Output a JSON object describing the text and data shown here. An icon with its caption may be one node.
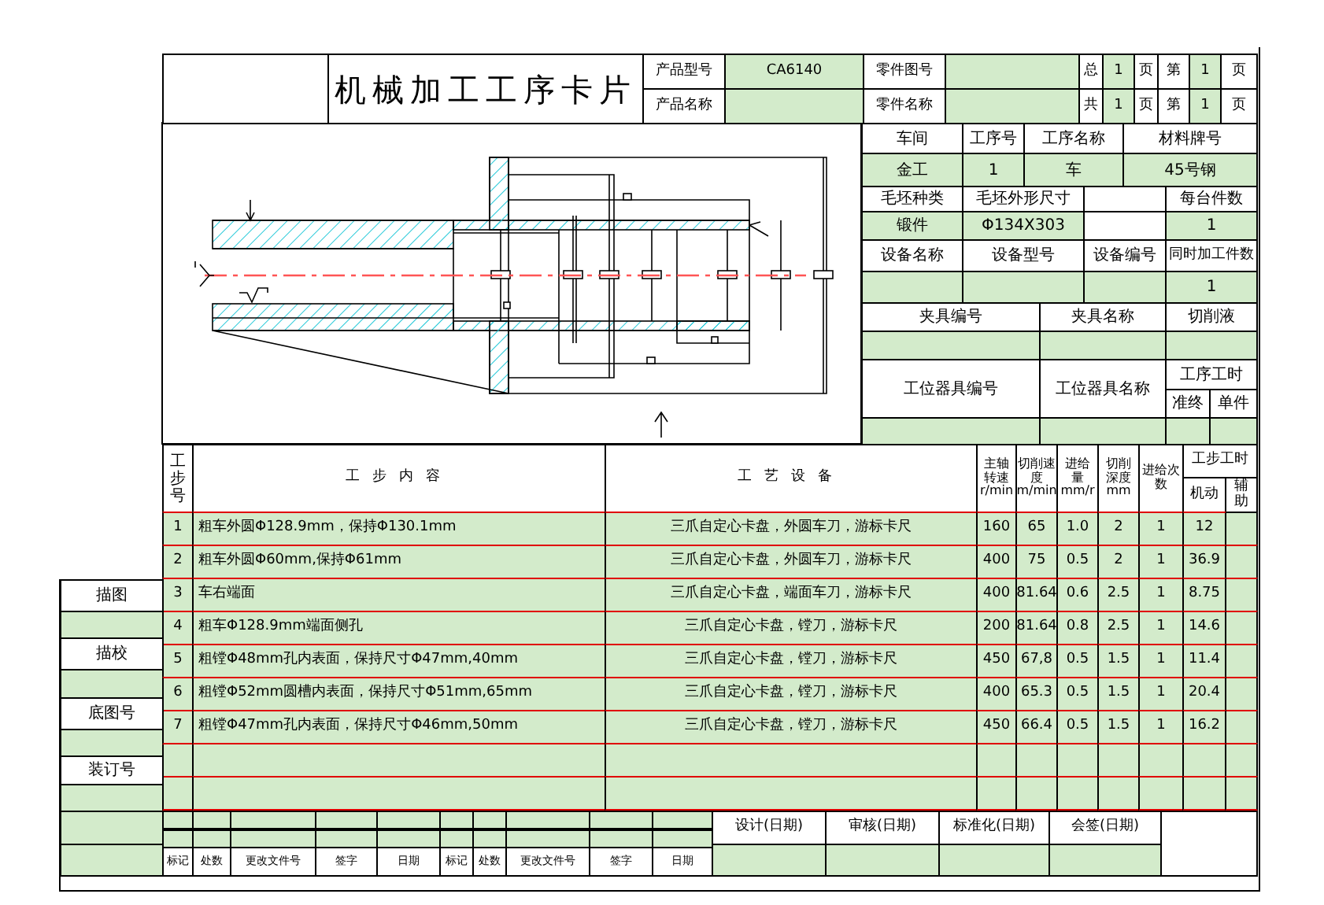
{
  "diagram": {
    "title": "机械加工工序卡片",
    "labels": [
      "产品型号",
      "CA6140",
      "零件图号",
      "总",
      "1",
      "页",
      "第",
      "1",
      "页",
      "产品名称",
      "零件名称",
      "共",
      "1",
      "页",
      "第",
      "1",
      "页",
      "车间",
      "工序号",
      "工序名称",
      "材料牌号",
      "金工",
      "1",
      "车",
      "45号钢",
      "毛坯种类",
      "毛坯外形尺寸",
      "每台件数",
      "锻件",
      "Φ134X303",
      "1",
      "设备名称",
      "设备型号",
      "设备编号",
      "同时加工件数",
      "1",
      "夹具编号",
      "夹具名称",
      "切削液",
      "工位器具编号",
      "工位器具名称",
      "工序工时",
      "准终",
      "单件",
      "工步号",
      "工步内容",
      "工艺设备",
      "主轴转速r/min",
      "切削速度m/min",
      "进给量mm/r",
      "切削深度mm",
      "进给次数",
      "工步工时",
      "机动",
      "辅助",
      "1",
      "粗车外圆Φ128.9mm，保持Φ130.1mm",
      "三爪自定心卡盘，外圆车刀，游标卡尺",
      "160",
      "65",
      "1.0",
      "2",
      "1",
      "12",
      "2",
      "粗车外圆Φ60mm,保持Φ61mm",
      "三爪自定心卡盘，外圆车刀，游标卡尺",
      "400",
      "75",
      "0.5",
      "2",
      "1",
      "36.9",
      "3",
      "车右端面",
      "三爪自定心卡盘，端面车刀，游标卡尺",
      "400",
      "81.64",
      "0.6",
      "2.5",
      "1",
      "8.75",
      "4",
      "粗车Φ128.9mm端面侧孔",
      "三爪自定心卡盘，镗刀，游标卡尺",
      "200",
      "81.64",
      "0.8",
      "2.5",
      "1",
      "14.6",
      "5",
      "粗镗Φ48mm孔内表面，保持尺寸Φ47mm,40mm",
      "三爪自定心卡盘，镗刀，游标卡尺",
      "450",
      "67,8",
      "0.5",
      "1.5",
      "1",
      "11.4",
      "6",
      "粗镗Φ52mm圆槽内表面，保持尺寸Φ51mm,65mm",
      "三爪自定心卡盘，镗刀，游标卡尺",
      "400",
      "65.3",
      "0.5",
      "1.5",
      "1",
      "20.4",
      "7",
      "粗镗Φ47mm孔内表面，保持尺寸Φ46mm,50mm",
      "三爪自定心卡盘，镗刀，游标卡尺",
      "450",
      "66.4",
      "0.5",
      "1.5",
      "1",
      "16.2",
      "描图",
      "描校",
      "底图号",
      "装订号",
      "设计(日期)",
      "审核(日期)",
      "标准化(日期)",
      "会签(日期)",
      "标记",
      "处数",
      "更改文件号",
      "签字",
      "日期",
      "标记",
      "处数",
      "更改文件号",
      "签字",
      "日期"
    ]
  }
}
